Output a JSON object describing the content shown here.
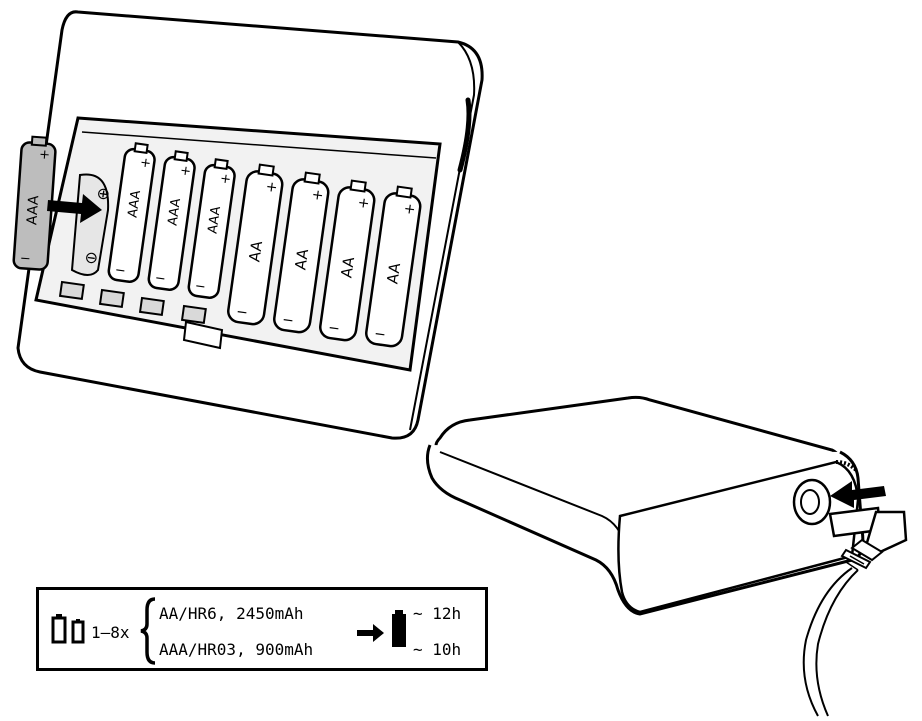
{
  "illustration": {
    "loose_battery_label": "AAA",
    "plus_sign": "+",
    "minus_sign": "−",
    "polarity_plus_symbol": "⊕",
    "polarity_minus_symbol": "⊖",
    "slots": [
      {
        "label": "AAA"
      },
      {
        "label": "AAA"
      },
      {
        "label": "AAA"
      },
      {
        "label": "AA"
      },
      {
        "label": "AA"
      },
      {
        "label": "AA"
      },
      {
        "label": "AA"
      }
    ]
  },
  "spec": {
    "count": "1–8x",
    "types": [
      {
        "text": "AA/HR6, 2450mAh",
        "time": "~ 12h"
      },
      {
        "text": "AAA/HR03, 900mAh",
        "time": "~ 10h"
      }
    ]
  }
}
